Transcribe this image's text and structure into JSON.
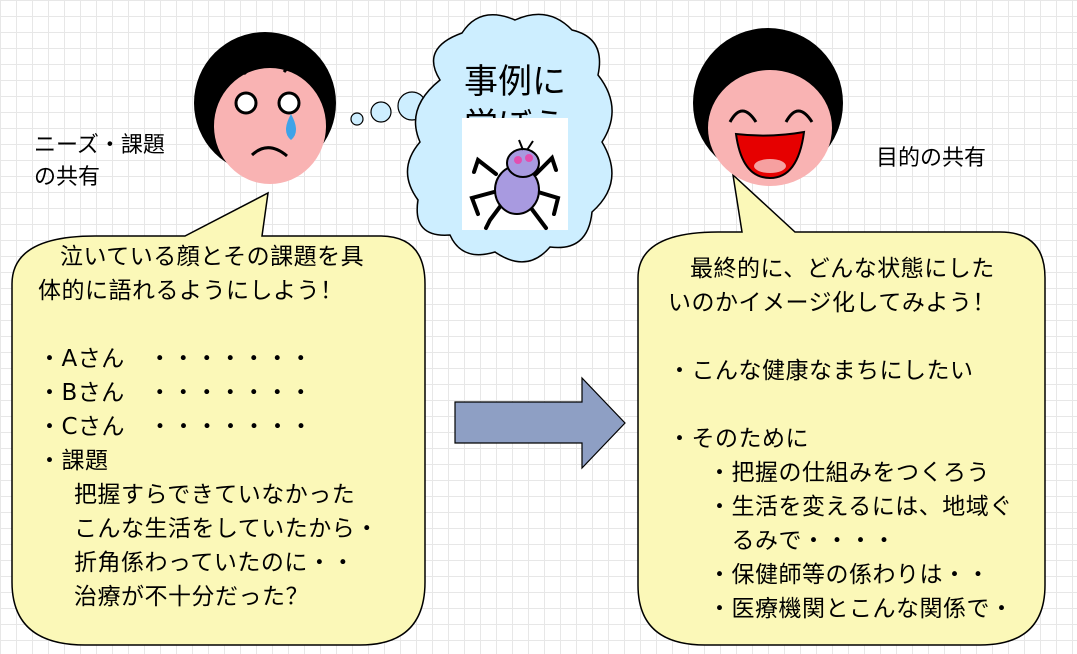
{
  "left_label": [
    "ニーズ・課題",
    "の共有"
  ],
  "right_label": "目的の共有",
  "cloud_text": [
    "事例に",
    "学ぼう"
  ],
  "left_bubble": {
    "intro": [
      "泣いている顔とその課題を具",
      "体的に語れるようにしよう！"
    ],
    "items": [
      "・Aさん　・・・・・・・",
      "・Bさん　・・・・・・・",
      "・Cさん　・・・・・・・",
      "・課題"
    ],
    "sub_items": [
      "把握すらできていなかった",
      "こんな生活をしていたから・",
      "折角係わっていたのに・・",
      "治療が不十分だった？"
    ]
  },
  "right_bubble": {
    "intro": [
      "最終的に、どんな状態にした",
      "いのかイメージ化してみよう！"
    ],
    "items": [
      "・こんな健康なまちにしたい",
      "・そのために"
    ],
    "sub_items": [
      "・把握の仕組みをつくろう",
      "・生活を変えるには、地域ぐ",
      "　るみで・・・・",
      "・保健師等の係わりは・・",
      "・医療機関とこんな関係で・"
    ]
  },
  "colors": {
    "bubble": "#fbf8b8",
    "cloud": "#cdeeff",
    "arrow": "#8e9fc4",
    "face": "#f9b3b3",
    "hair": "#000000",
    "tear": "#3fa3e8",
    "mouth": "#e60000"
  },
  "icons": [
    "crying-face-icon",
    "laughing-face-icon",
    "thought-cloud-icon",
    "bug-icon",
    "right-arrow-icon"
  ]
}
